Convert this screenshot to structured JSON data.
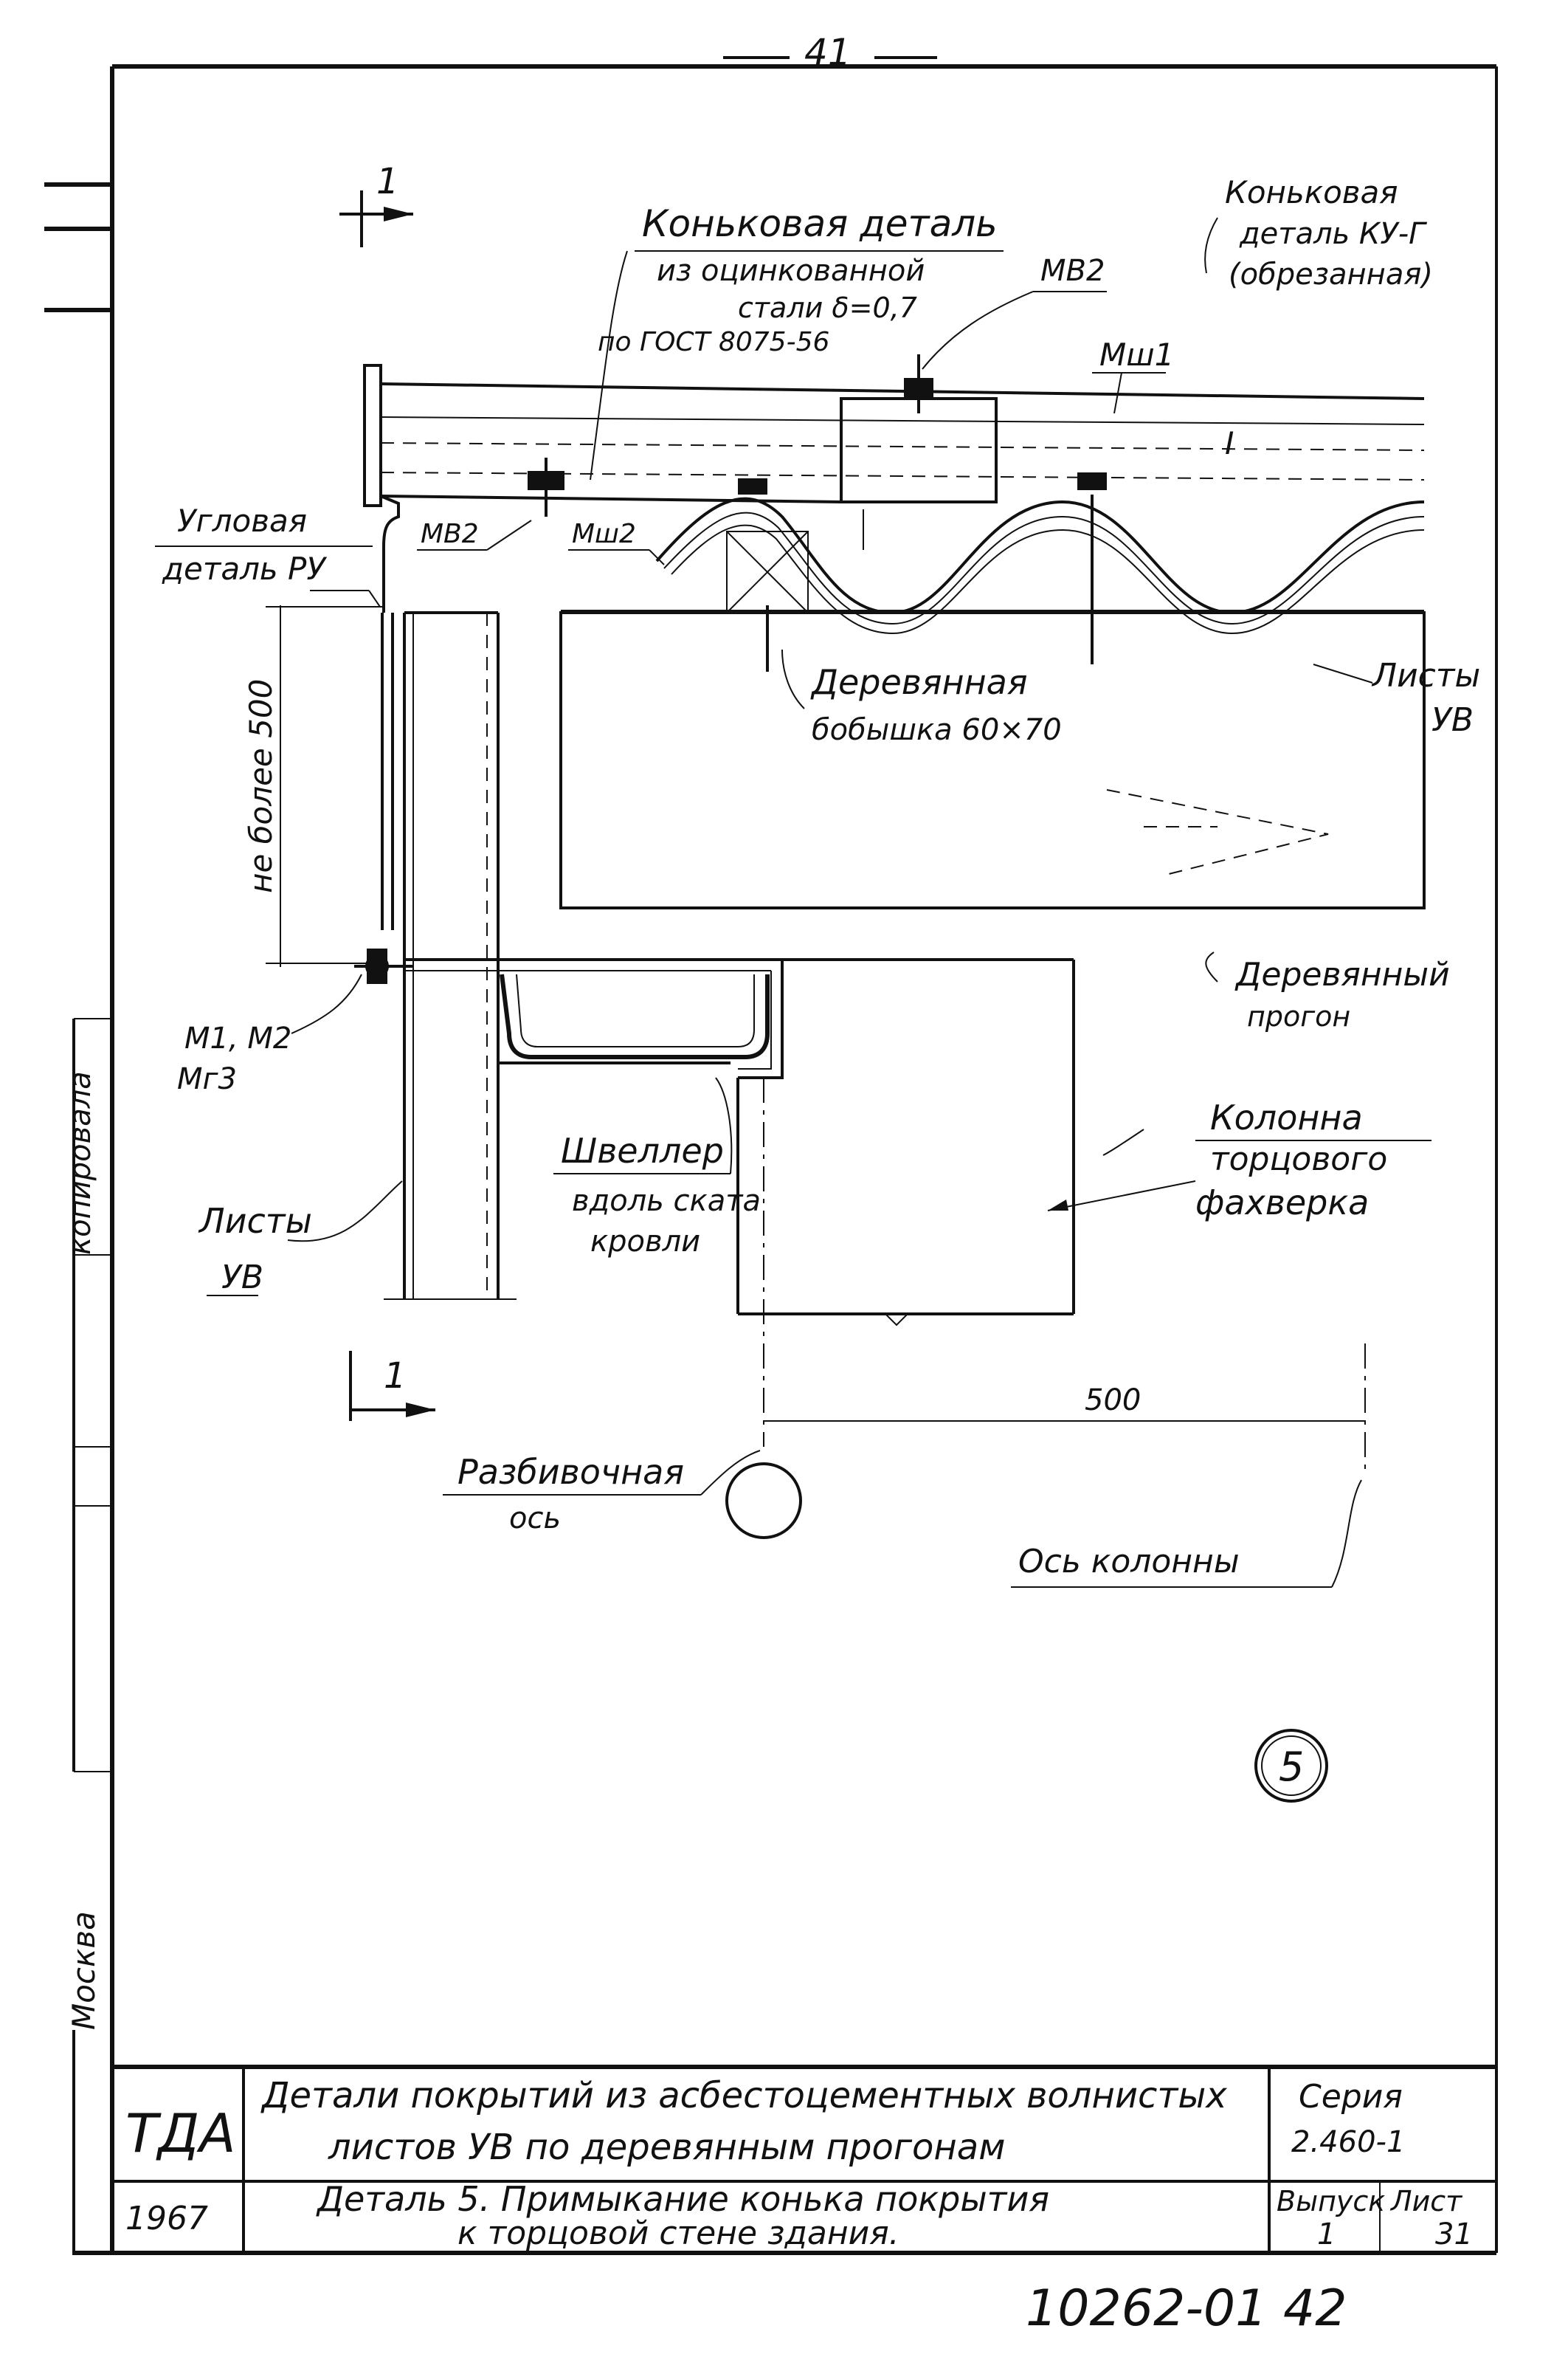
{
  "page": {
    "top_number": "41",
    "bottom_number": "10262-01  42"
  },
  "labels": {
    "ridge_detail": "Коньковая деталь",
    "ridge_mat1": "из оцинкованной",
    "ridge_mat2": "стали δ=0,7",
    "ridge_mat3": "по ГОСТ 8075-56",
    "mv2_top": "МВ2",
    "mv2_left": "МВ2",
    "msh1": "Мш1",
    "msh2": "Мш2",
    "roman_one": "I",
    "ku_g1": "Коньковая",
    "ku_g2": "деталь КУ-Г",
    "ku_g3": "(обрезанная)",
    "corner1": "Угловая",
    "corner2": "деталь РУ",
    "dim_500_vertical": "не более 500",
    "wood1": "Деревянная",
    "wood2": "бобышка 60×70",
    "sheets_r1": "Листы",
    "sheets_r2": "УВ",
    "purlin1": "Деревянный",
    "purlin2": "прогон",
    "fasteners1": "М1, М2",
    "fasteners2": "Мг3",
    "channel1": "Швеллер",
    "channel2": "вдоль ската",
    "channel3": "кровли",
    "column1": "Колонна",
    "column2": "торцового",
    "column3": "фахверка",
    "sheets_l1": "Листы",
    "sheets_l2": "УВ",
    "section_mark": "1",
    "dim_500": "500",
    "axis1": "Разбивочная",
    "axis2": "ось",
    "col_axis": "Ось колонны",
    "detail_no": "5",
    "margin1": "копировала",
    "margin2": "Москва"
  },
  "title_block": {
    "org": "ТДА",
    "title1": "Детали покрытий из асбестоцементных волнистых",
    "title2": "листов УВ по деревянным прогонам",
    "series_label": "Серия",
    "series_value": "2.460-1",
    "year": "1967",
    "detail_title1": "Деталь 5. Примыкание конька покрытия",
    "detail_title2": "к торцовой стене здания.",
    "issue_label": "Выпуск",
    "issue_value": "1",
    "sheet_label": "Лист",
    "sheet_value": "31"
  }
}
